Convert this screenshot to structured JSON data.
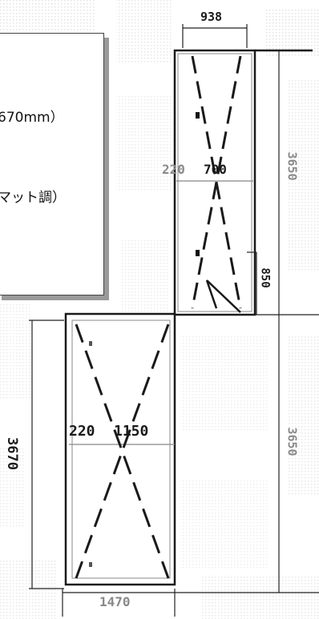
{
  "dimensions": {
    "top_width": "938",
    "upper_left_gap": "220",
    "upper_right_width": "700",
    "upper_total_height": "3650",
    "small_height": "850",
    "lower_left_gap": "220",
    "lower_width": "1150",
    "lower_left_height": "3670",
    "lower_right_height": "3650",
    "bottom_width": "1470"
  },
  "panel": {
    "line1": "670mm）",
    "line2": "マット調）"
  }
}
